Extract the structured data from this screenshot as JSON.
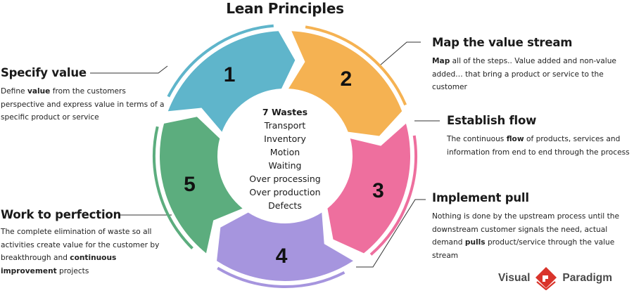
{
  "title": "Lean Principles",
  "colors": {
    "step1": "#5fb5cb",
    "step2": "#f5b252",
    "step3": "#ee6f9e",
    "step4": "#a695de",
    "step5": "#5cad7e",
    "logo_red": "#d9342b",
    "leader_line": "#333333"
  },
  "wheel": {
    "segments": [
      {
        "number": "1"
      },
      {
        "number": "2"
      },
      {
        "number": "3"
      },
      {
        "number": "4"
      },
      {
        "number": "5"
      }
    ],
    "center": {
      "heading": "7 Wastes",
      "items": [
        "Transport",
        "Inventory",
        "Motion",
        "Waiting",
        "Over processing",
        "Over production",
        "Defects"
      ]
    }
  },
  "principles": [
    {
      "heading": "Specify value",
      "text_parts": [
        "Define ",
        "value",
        " from the customers perspective and express value in terms of a specific product or service"
      ]
    },
    {
      "heading": "Map the value stream",
      "text_parts": [
        "",
        "Map",
        " all of the steps.. Value added and non-value added… that bring a product or service to the customer"
      ]
    },
    {
      "heading": "Establish flow",
      "text_parts": [
        "The continuous ",
        "flow",
        " of products, services and information from end to end through the process"
      ]
    },
    {
      "heading": "Implement pull",
      "text_parts": [
        "Nothing is done by the upstream process until the downstream customer signals the need, actual demand ",
        "pulls",
        " product/service through the value stream"
      ]
    },
    {
      "heading": "Work to perfection",
      "text_parts": [
        "The complete elimination of waste so all activities create value for the customer by breakthrough and ",
        "continuous improvement",
        " projects"
      ]
    }
  ],
  "logo": {
    "left_text": "Visual",
    "right_text": "Paradigm",
    "icon": "visual-paradigm-logo-icon"
  }
}
